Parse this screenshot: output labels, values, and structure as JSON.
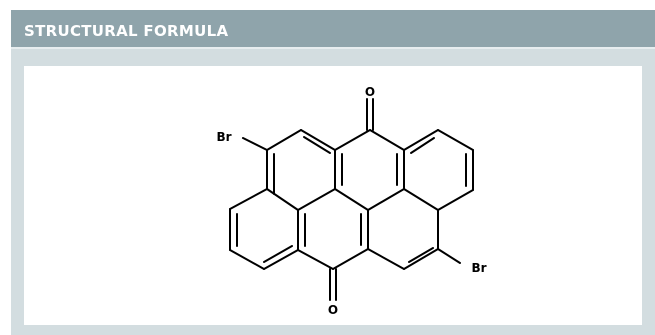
{
  "panel": {
    "title": "STRUCTURAL FORMULA",
    "header_color": "#8fa4ab",
    "background_color": "#d3dde0"
  },
  "molecule": {
    "atoms": {
      "oxygen_top": "O",
      "oxygen_bottom": "O",
      "bromine_left": "Br",
      "bromine_right": "Br"
    }
  }
}
